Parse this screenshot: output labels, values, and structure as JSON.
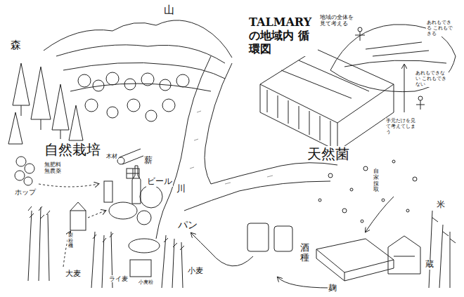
{
  "diagram": {
    "title": "TALMARY の地域内 循環図",
    "labels": [
      "山",
      "森",
      "木材",
      "薪",
      "川",
      "自然栽培",
      "無肥料 無農薬",
      "ホップ",
      "ビール",
      "製粉機",
      "大麦",
      "ライ麦",
      "小麦粉",
      "小麦",
      "パン",
      "天然菌",
      "地域の全体を見て考える",
      "あれもできる これもできる",
      "あれもできない これもできない",
      "手元だけを見て考えてしまう",
      "自家採取",
      "米",
      "蔵",
      "麹",
      "酒種"
    ]
  }
}
